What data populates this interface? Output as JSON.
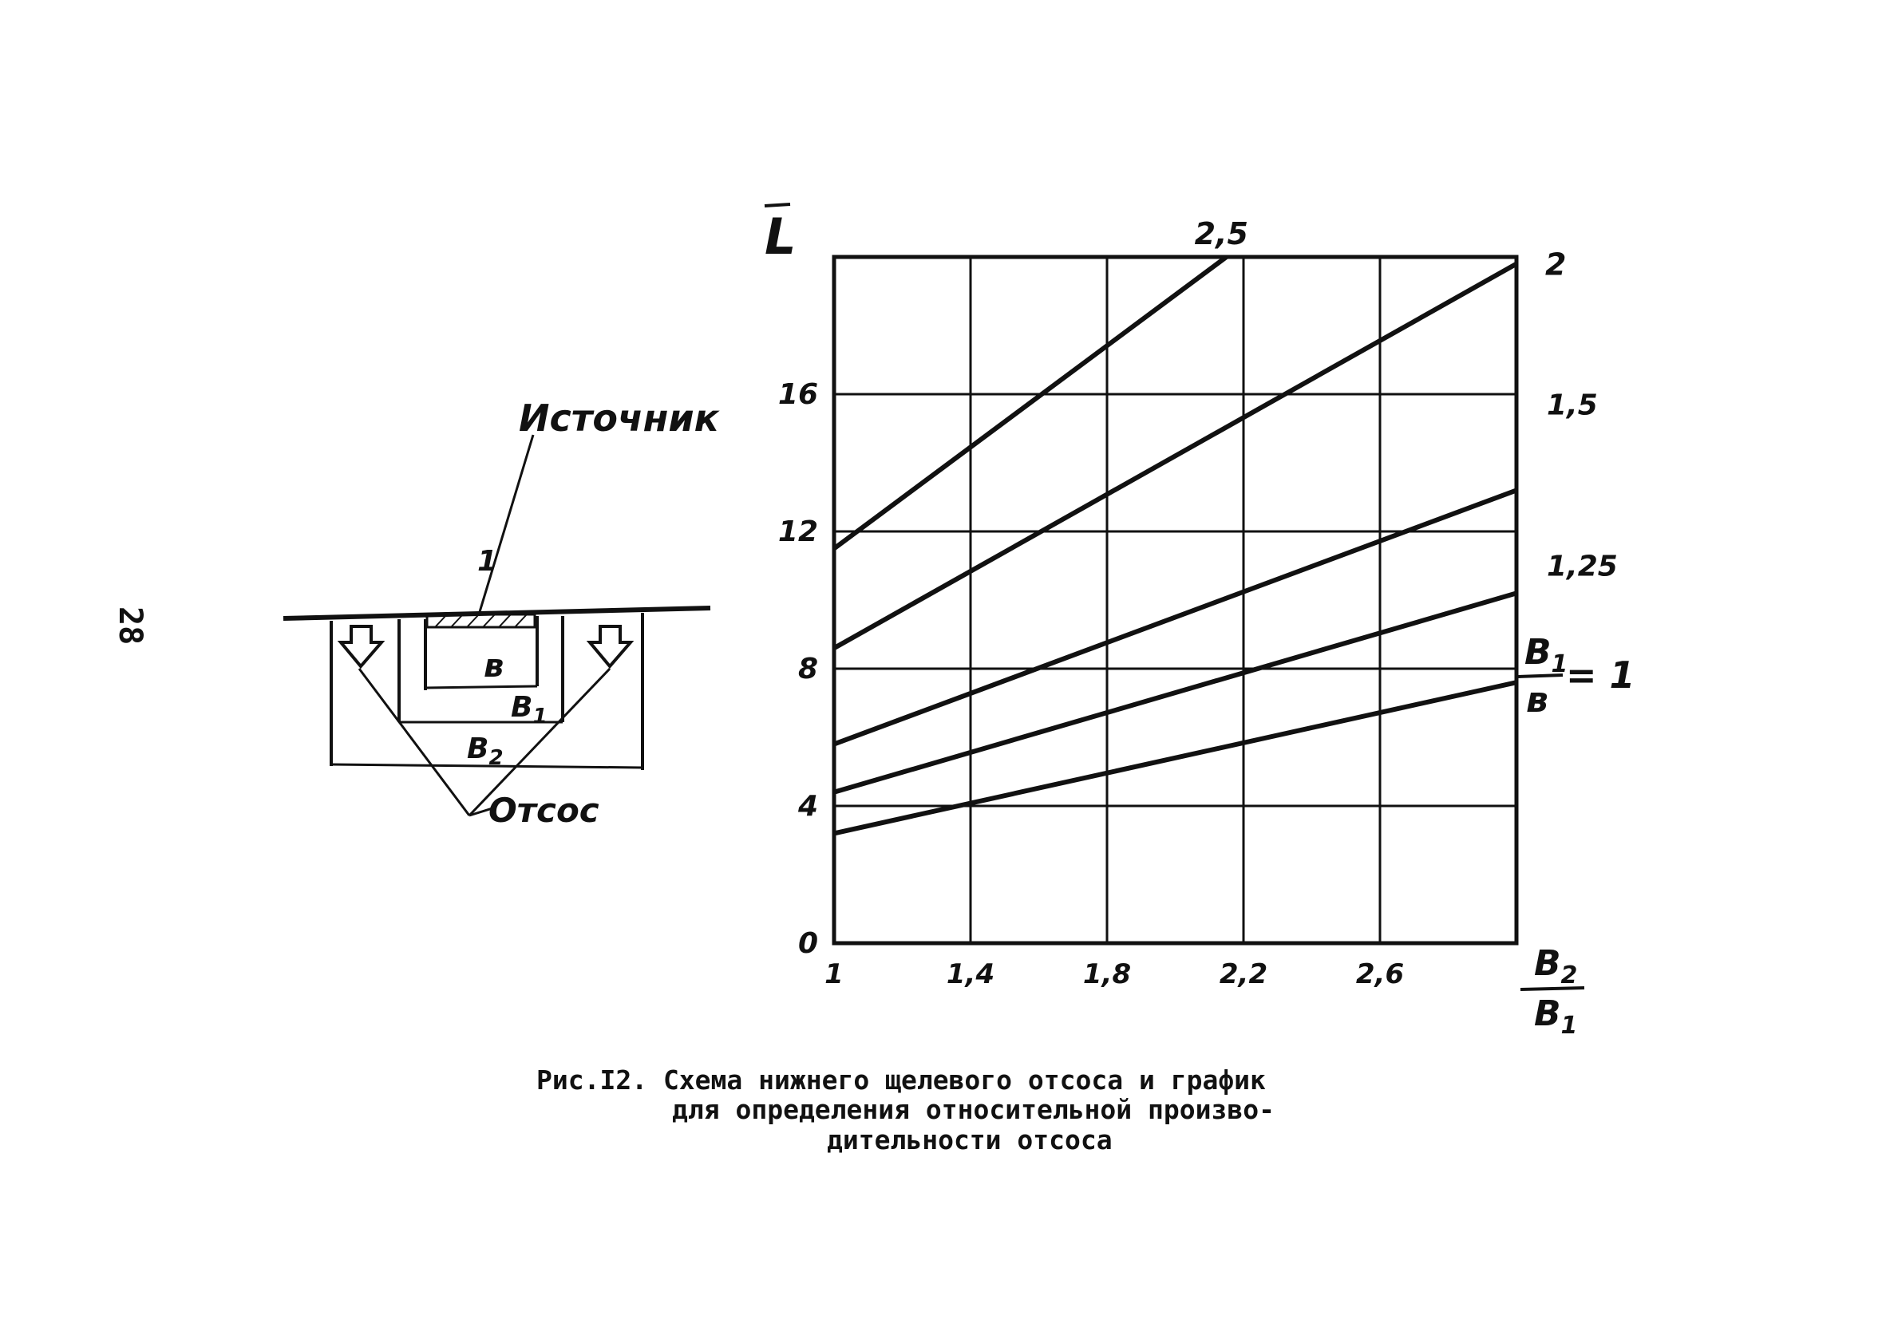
{
  "page_number": "28",
  "diagram": {
    "source_label": "Источник",
    "item_number": "1",
    "dim_b": "в",
    "dim_b1": "В",
    "dim_b1_sub": "1",
    "dim_b2": "В",
    "dim_b2_sub": "2",
    "exhaust_label": "Отсос"
  },
  "caption": {
    "line1": "Рис.I2. Схема нижнего щелевого отсоса и график",
    "line2": "для определения относительной произво-",
    "line3": "дительности отсоса"
  },
  "chart_data": {
    "type": "line",
    "ylabel": "L",
    "xlabel_num": "В",
    "xlabel_num_sub": "2",
    "xlabel_den": "В",
    "xlabel_den_sub": "1",
    "xlim": [
      1,
      3
    ],
    "ylim": [
      0,
      20
    ],
    "x_ticks": [
      {
        "value": 1,
        "label": "1"
      },
      {
        "value": 1.4,
        "label": "1,4"
      },
      {
        "value": 1.8,
        "label": "1,8"
      },
      {
        "value": 2.2,
        "label": "2,2"
      },
      {
        "value": 2.6,
        "label": "2,6"
      }
    ],
    "y_ticks": [
      {
        "value": 0,
        "label": "0"
      },
      {
        "value": 4,
        "label": "4"
      },
      {
        "value": 8,
        "label": "8"
      },
      {
        "value": 12,
        "label": "12"
      },
      {
        "value": 16,
        "label": "16"
      }
    ],
    "grid_x": [
      1.4,
      1.8,
      2.2,
      2.6
    ],
    "grid_y": [
      4,
      8,
      12,
      16
    ],
    "grid": true,
    "series": [
      {
        "name": "2,5",
        "x": [
          1,
          2.15
        ],
        "y": [
          11.5,
          20
        ]
      },
      {
        "name": "2",
        "x": [
          1,
          3
        ],
        "y": [
          8.6,
          19.8
        ]
      },
      {
        "name": "1,5",
        "x": [
          1,
          3
        ],
        "y": [
          5.8,
          13.2
        ]
      },
      {
        "name": "1,25",
        "x": [
          1,
          3
        ],
        "y": [
          4.4,
          10.2
        ]
      },
      {
        "name": "1",
        "x": [
          1,
          3
        ],
        "y": [
          3.2,
          7.6
        ]
      }
    ],
    "ratio_label_num": "В",
    "ratio_label_num_sub": "1",
    "ratio_label_den": "в",
    "ratio_label_eq": "= 1"
  }
}
